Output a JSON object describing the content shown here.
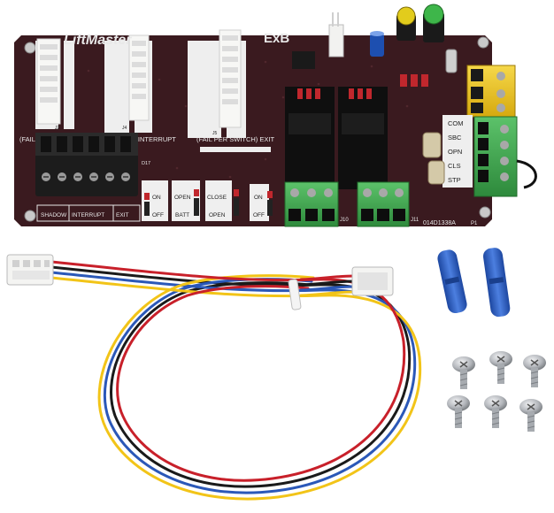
{
  "board": {
    "brand": "LiftMaster",
    "model": "ExB",
    "part_number": "014D1338A",
    "header_labels": [
      "SHADOW",
      "INTERRUPT",
      "EXIT"
    ],
    "section_labels": {
      "shadow": "(FAIL SAFE) SHADOW",
      "interrupt": "(FAIL SAFE) INTERRUPT",
      "exit": "(FAIL PER SWITCH) EXIT"
    },
    "switch_labels": [
      "ON",
      "OFF",
      "OPEN",
      "BATT",
      "CLOSE",
      "OPEN",
      "ON",
      "OFF"
    ],
    "terminal_labels": [
      "COM",
      "SBC",
      "OPN",
      "CLS",
      "STP"
    ],
    "connector_ids": [
      "J10",
      "J11",
      "P1",
      "D17",
      "J2",
      "J4",
      "J5"
    ]
  },
  "colors": {
    "pcb": "#3a1a1f",
    "terminal_black": "#1c1c1c",
    "terminal_green": "#3fa34d",
    "terminal_yellow": "#e8c21c",
    "relay": "#111111",
    "wire_red": "#c8202a",
    "wire_yellow": "#f2c418",
    "wire_blue": "#2b58b8",
    "wire_black": "#1a1a1a",
    "splice_blue": "#2a5fbf",
    "screw_silver": "#b9bcc0"
  }
}
